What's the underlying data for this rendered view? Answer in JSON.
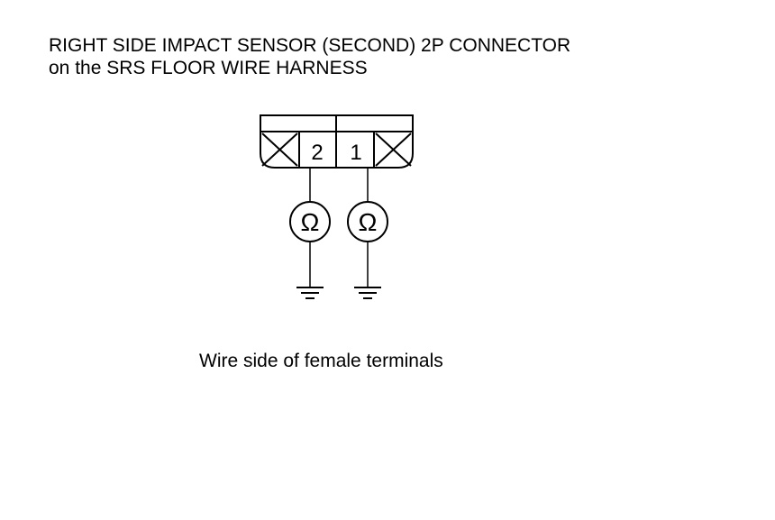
{
  "title": {
    "line1": "RIGHT SIDE IMPACT SENSOR (SECOND) 2P CONNECTOR",
    "line2": "on the SRS FLOOR WIRE HARNESS"
  },
  "connector": {
    "terminals": [
      {
        "label": "2"
      },
      {
        "label": "1"
      }
    ]
  },
  "meters": [
    {
      "symbol": "Ω"
    },
    {
      "symbol": "Ω"
    }
  ],
  "caption": "Wire side of female terminals"
}
